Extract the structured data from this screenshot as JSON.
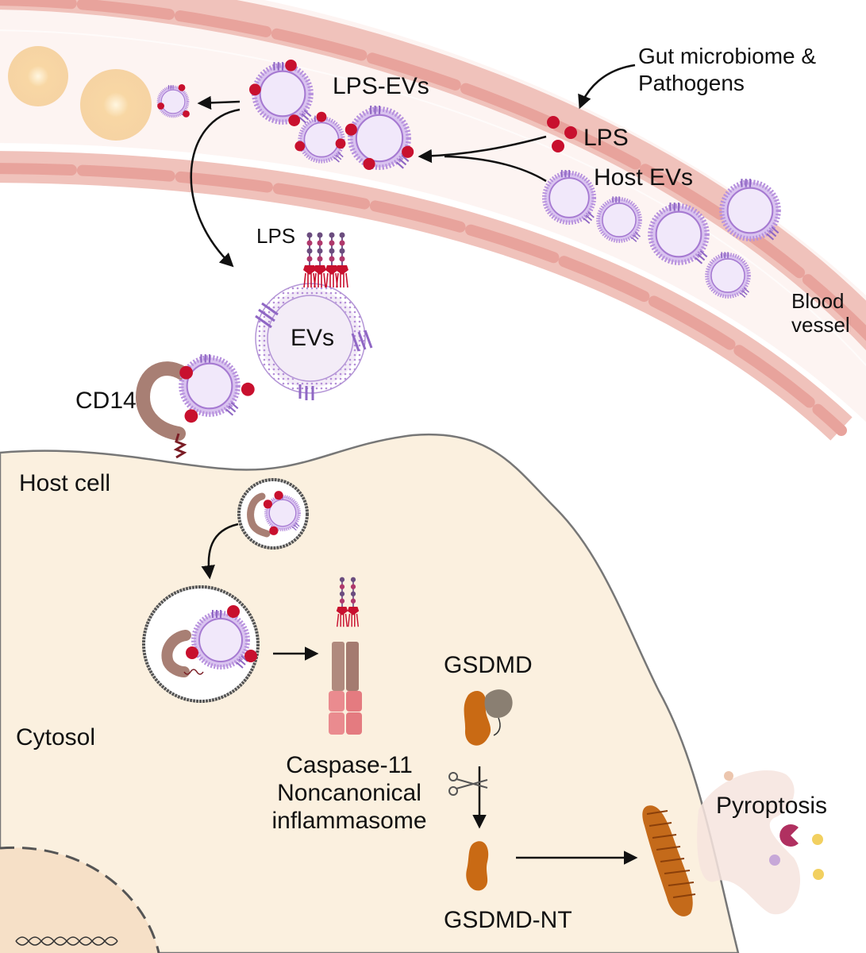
{
  "labels": {
    "gut_source": [
      "Gut microbiome &",
      "Pathogens"
    ],
    "lps_vessel": "LPS",
    "lps_evs": "LPS-EVs",
    "host_evs": "Host EVs",
    "blood_vessel": [
      "Blood",
      "vessel"
    ],
    "lps_ev": "LPS",
    "evs": "EVs",
    "cd14": "CD14",
    "host_cell": "Host cell",
    "cytosol": "Cytosol",
    "gsdmd": "GSDMD",
    "caspase": [
      "Caspase-11",
      "Noncanonical",
      "inflammasome"
    ],
    "pyroptosis": "Pyroptosis",
    "gsdmd_nt": "GSDMD-NT"
  },
  "colors": {
    "vessel_wall": "#f4cbc4",
    "vessel_cell": "#e8a39c",
    "ev_fill": "#eadcf5",
    "ev_membrane": "#a77fd0",
    "lps_red": "#c8102e",
    "host_cell_fill": "#fbf0df",
    "cd14_brown": "#a87f74",
    "caspase_pink": "#e98a8e",
    "gsdmd_orange": "#c96a14",
    "gsdmd_grey": "#8a7f72"
  },
  "icons": [
    "blood-cell",
    "extracellular-vesicle",
    "lps-molecule",
    "cd14-receptor",
    "endosome",
    "caspase-11-complex",
    "gsdmd-protein",
    "scissors-icon",
    "gsdmd-pore",
    "dna-icon",
    "nucleus"
  ]
}
